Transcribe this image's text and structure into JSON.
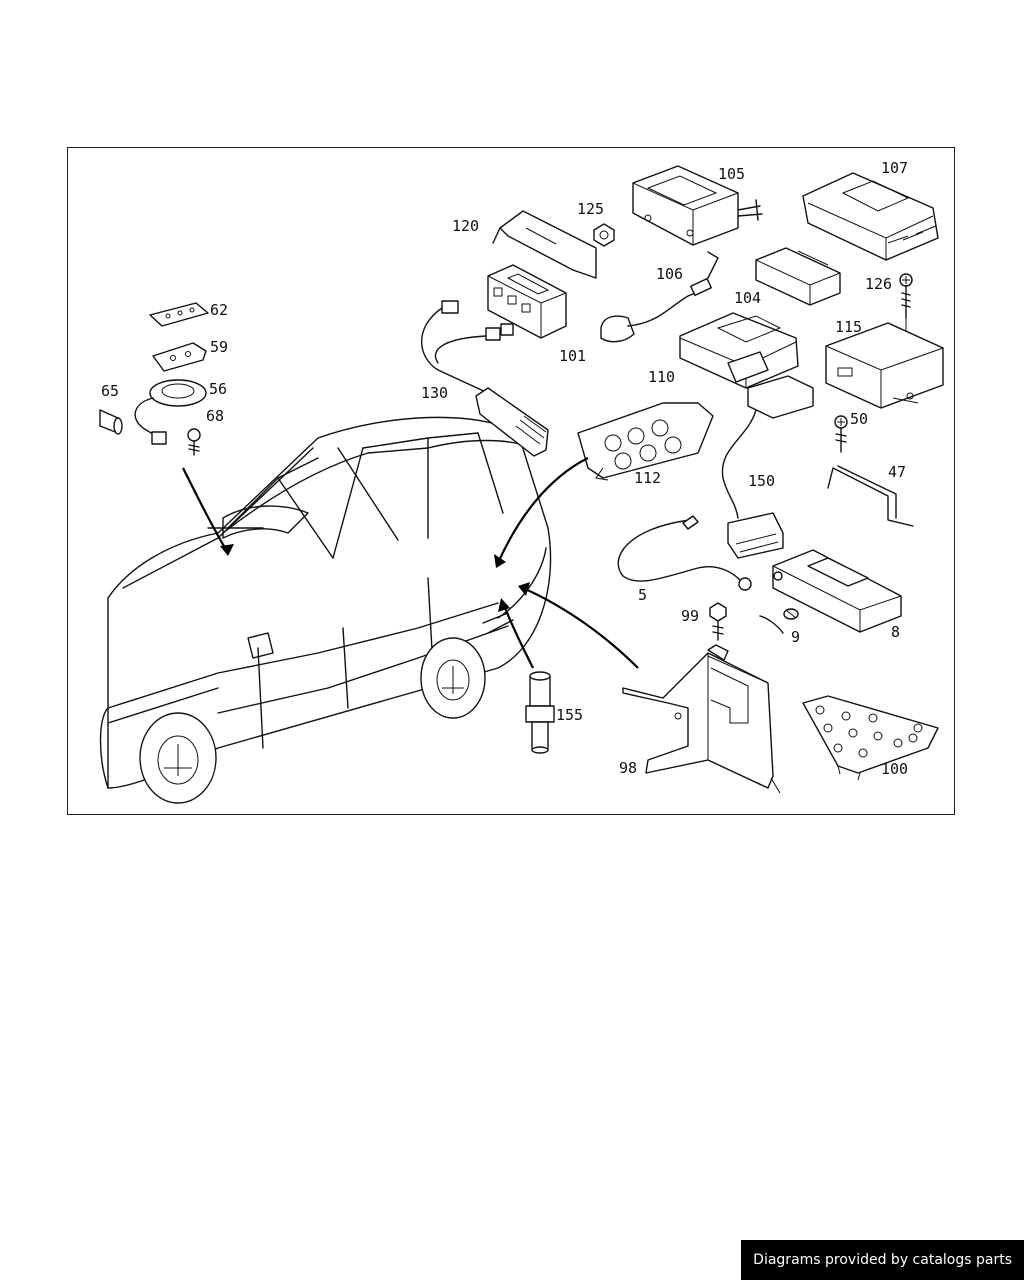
{
  "diagram": {
    "callouts": [
      {
        "id": "62",
        "label": "62"
      },
      {
        "id": "59",
        "label": "59"
      },
      {
        "id": "56",
        "label": "56"
      },
      {
        "id": "65",
        "label": "65"
      },
      {
        "id": "68",
        "label": "68"
      },
      {
        "id": "120",
        "label": "120"
      },
      {
        "id": "125",
        "label": "125"
      },
      {
        "id": "105",
        "label": "105"
      },
      {
        "id": "107",
        "label": "107"
      },
      {
        "id": "106",
        "label": "106"
      },
      {
        "id": "104",
        "label": "104"
      },
      {
        "id": "126",
        "label": "126"
      },
      {
        "id": "101",
        "label": "101"
      },
      {
        "id": "115",
        "label": "115"
      },
      {
        "id": "130",
        "label": "130"
      },
      {
        "id": "110",
        "label": "110"
      },
      {
        "id": "50",
        "label": "50"
      },
      {
        "id": "112",
        "label": "112"
      },
      {
        "id": "47",
        "label": "47"
      },
      {
        "id": "150",
        "label": "150"
      },
      {
        "id": "5",
        "label": "5"
      },
      {
        "id": "99",
        "label": "99"
      },
      {
        "id": "9",
        "label": "9"
      },
      {
        "id": "8",
        "label": "8"
      },
      {
        "id": "155",
        "label": "155"
      },
      {
        "id": "98",
        "label": "98"
      },
      {
        "id": "100",
        "label": "100"
      }
    ]
  },
  "credit": {
    "text": "Diagrams provided by catalogs parts"
  }
}
